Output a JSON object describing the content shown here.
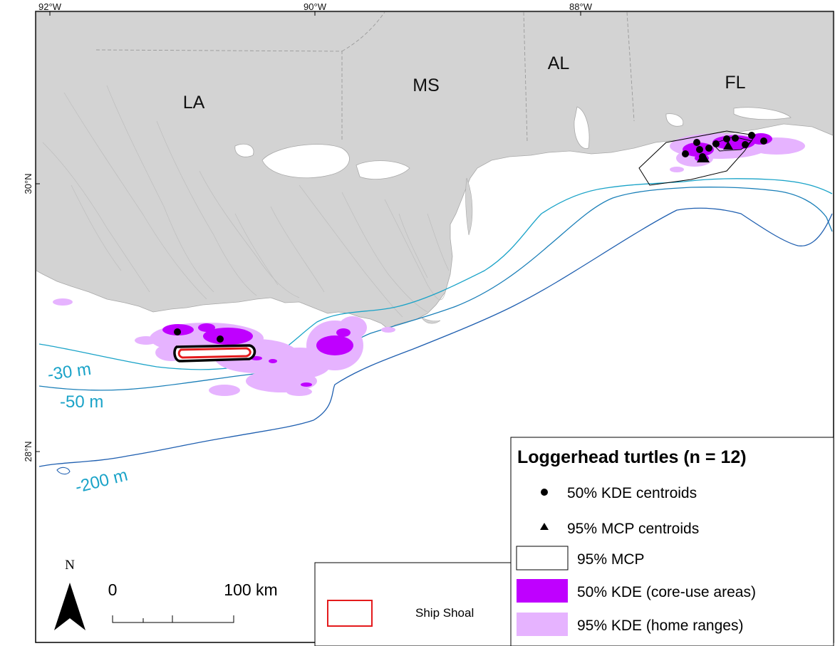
{
  "map": {
    "lon_labels": [
      "92°W",
      "90°W",
      "88°W"
    ],
    "lat_labels": [
      "30°N",
      "28°N"
    ],
    "states": [
      "LA",
      "MS",
      "AL",
      "FL"
    ],
    "depth_labels": [
      "-30 m",
      "-50 m",
      "-200 m"
    ],
    "colors": {
      "land": "#d3d3d3",
      "core_kde": "#bf00ff",
      "home_kde": "#e6b3ff",
      "contour_30": "#1aa3c8",
      "contour_50": "#1a7fb8",
      "contour_200": "#1f5fb0",
      "ship_shoal": "#e41a1c"
    }
  },
  "legend": {
    "title": "Loggerhead turtles (n = 12)",
    "items": [
      {
        "symbol": "circle",
        "label": "50% KDE centroids"
      },
      {
        "symbol": "triangle",
        "label": "95% MCP centroids"
      },
      {
        "symbol": "hollow-box",
        "label": "95% MCP"
      },
      {
        "symbol": "fill-dark",
        "label": "50% KDE (core-use areas)"
      },
      {
        "symbol": "fill-light",
        "label": "95% KDE (home ranges)"
      }
    ]
  },
  "scale_bar": {
    "start": "0",
    "end": "100 km"
  },
  "north_arrow": {
    "label": "N"
  },
  "inset_legend": {
    "label": "Ship Shoal"
  }
}
